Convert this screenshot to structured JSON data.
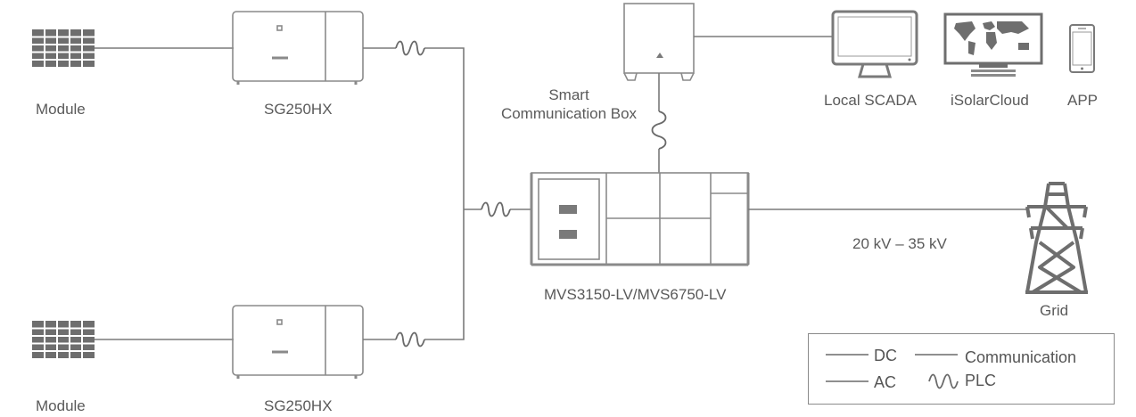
{
  "labels": {
    "module_top": "Module",
    "module_bottom": "Module",
    "inverter_top": "SG250HX",
    "inverter_bottom": "SG250HX",
    "comm_box_line1": "Smart",
    "comm_box_line2": "Communication Box",
    "mvs": "MVS3150-LV/MVS6750-LV",
    "voltage": "20 kV – 35 kV",
    "grid": "Grid",
    "local_scada": "Local SCADA",
    "isolarcloud": "iSolarCloud",
    "app": "APP"
  },
  "legend": {
    "dc": "DC",
    "communication": "Communication",
    "ac": "AC",
    "plc": "PLC"
  },
  "colors": {
    "stroke": "#7a7a7a",
    "panel": "#6e6e6e",
    "text": "#5a5a5a"
  },
  "icons": [
    "solar-module-icon",
    "inverter-icon",
    "communication-box-icon",
    "medium-voltage-station-icon",
    "transmission-tower-icon",
    "monitor-icon",
    "world-map-icon",
    "smartphone-icon",
    "plc-wave-icon"
  ]
}
